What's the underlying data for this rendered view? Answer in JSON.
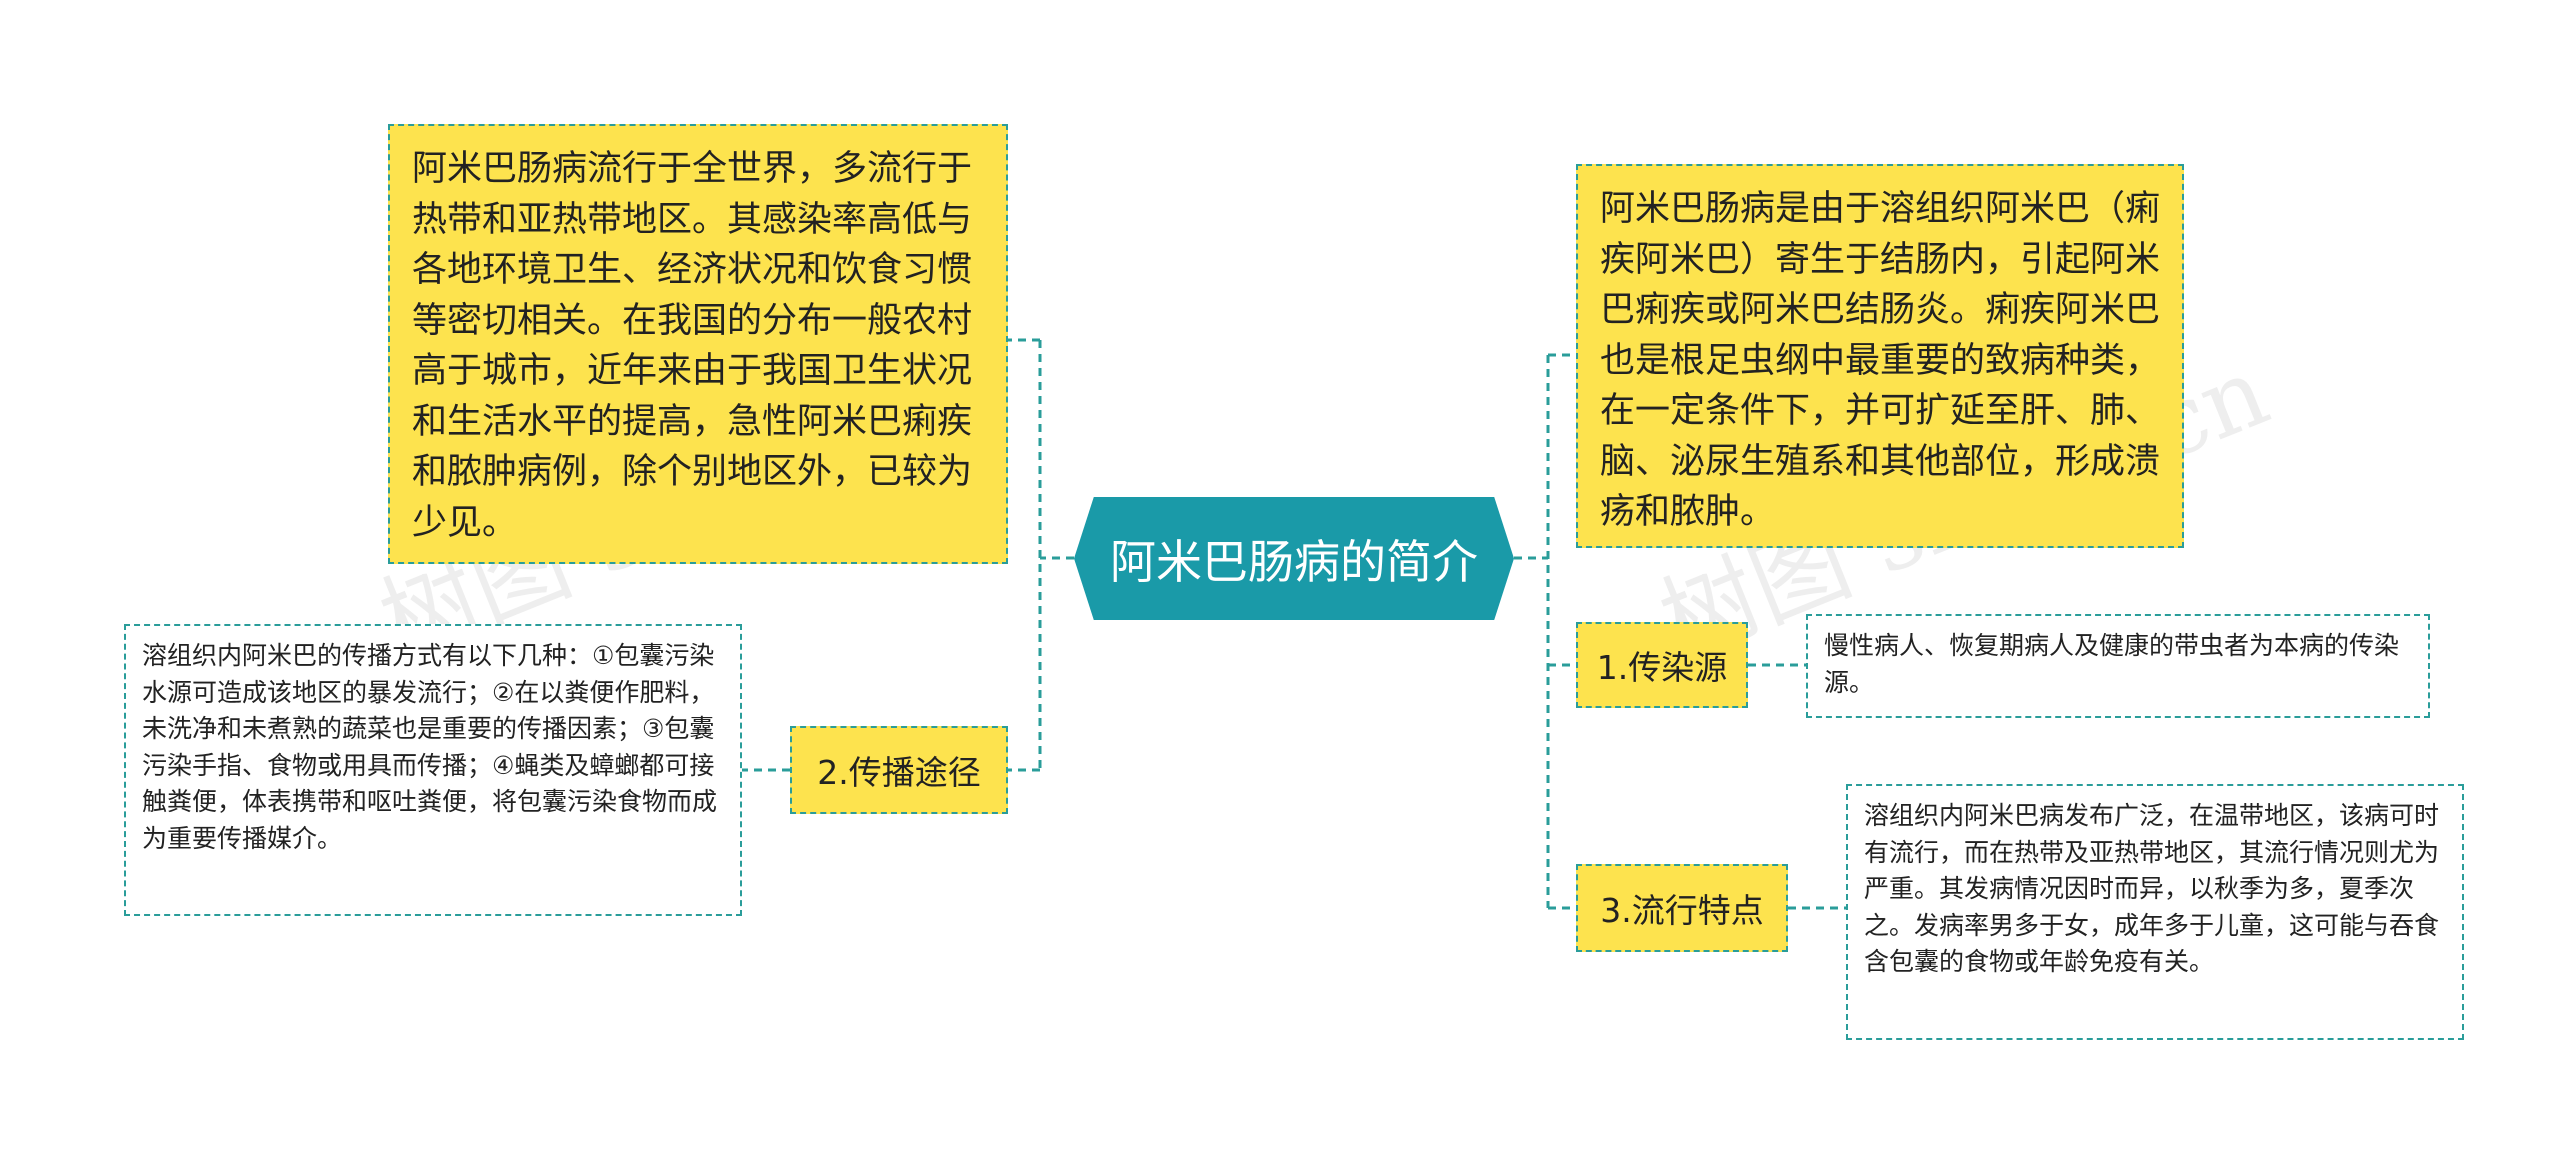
{
  "root": {
    "title": "阿米巴肠病的简介"
  },
  "left": {
    "intro": "阿米巴肠病流行于全世界，多流行于热带和亚热带地区。其感染率高低与各地环境卫生、经济状况和饮食习惯等密切相关。在我国的分布一般农村高于城市，近年来由于我国卫生状况和生活水平的提高，急性阿米巴痢疾和脓肿病例，除个别地区外，已较为少见。",
    "route_label": "2.传播途径",
    "route_detail": "溶组织内阿米巴的传播方式有以下几种：①包囊污染水源可造成该地区的暴发流行；②在以粪便作肥料，未洗净和未煮熟的蔬菜也是重要的传播因素；③包囊污染手指、食物或用具而传播；④蝇类及蟑螂都可接触粪便，体表携带和呕吐粪便，将包囊污染食物而成为重要传播媒介。"
  },
  "right": {
    "definition": "阿米巴肠病是由于溶组织阿米巴（痢疾阿米巴）寄生于结肠内，引起阿米巴痢疾或阿米巴结肠炎。痢疾阿米巴也是根足虫纲中最重要的致病种类，在一定条件下，并可扩延至肝、肺、脑、泌尿生殖系和其他部位，形成溃疡和脓肿。",
    "source_label": "1.传染源",
    "source_detail": "慢性病人、恢复期病人及健康的带虫者为本病的传染源。",
    "epi_label": "3.流行特点",
    "epi_detail": "溶组织内阿米巴病发布广泛，在温带地区，该病可时有流行，而在热带及亚热带地区，其流行情况则尤为严重。其发病情况因时而异，以秋季为多，夏季次之。发病率男多于女，成年多于儿童，这可能与吞食含包囊的食物或年龄免疫有关。"
  },
  "watermark": {
    "text": "树图 shutu.cn"
  },
  "colors": {
    "accent": "#1a9aa8",
    "node_fill": "#fde34e",
    "line": "#2a9d9a"
  }
}
